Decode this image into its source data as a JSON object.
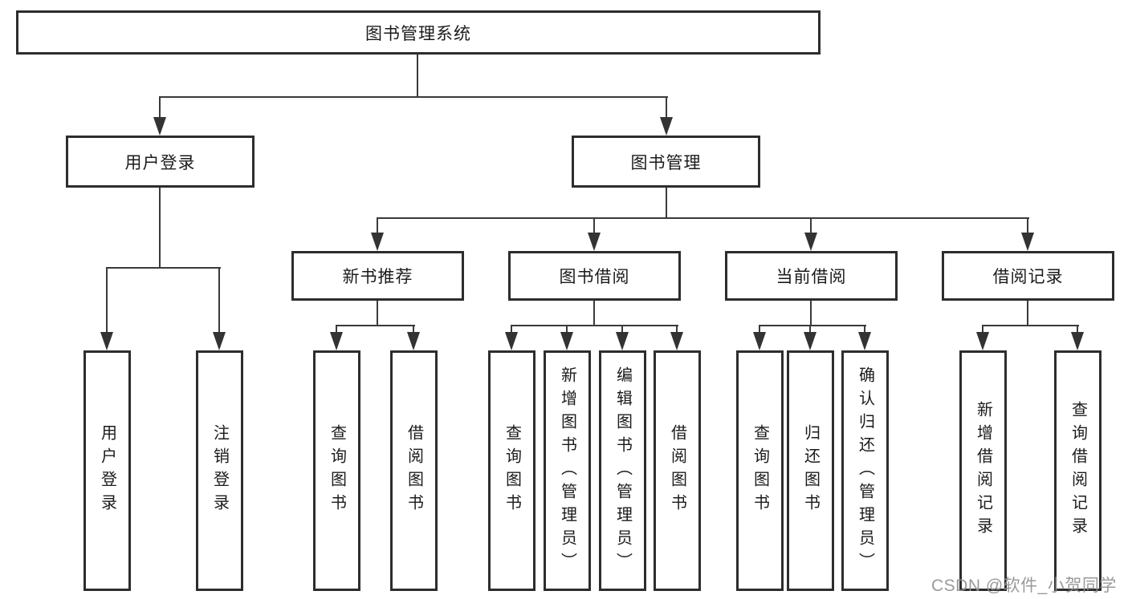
{
  "diagram": {
    "root": {
      "label": "图书管理系统"
    },
    "level2": [
      {
        "label": "用户登录"
      },
      {
        "label": "图书管理"
      }
    ],
    "level3": [
      {
        "label": "新书推荐"
      },
      {
        "label": "图书借阅"
      },
      {
        "label": "当前借阅"
      },
      {
        "label": "借阅记录"
      }
    ],
    "leaves": [
      {
        "label": "用户登录"
      },
      {
        "label": "注销登录"
      },
      {
        "label": "查询图书"
      },
      {
        "label": "借阅图书"
      },
      {
        "label": "查询图书"
      },
      {
        "label": "新增图书（管理员）"
      },
      {
        "label": "编辑图书（管理员）"
      },
      {
        "label": "借阅图书"
      },
      {
        "label": "查询图书"
      },
      {
        "label": "归还图书"
      },
      {
        "label": "确认归还（管理员）"
      },
      {
        "label": "新增借阅记录"
      },
      {
        "label": "查询借阅记录"
      }
    ],
    "watermark": "CSDN @软件_小贺同学",
    "colors": {
      "background": "#ffffff",
      "box_border": "#2d2d2d",
      "connector_line": "#3a3a3a",
      "text": "#1b1b1b",
      "watermark_text": "#919191"
    }
  }
}
